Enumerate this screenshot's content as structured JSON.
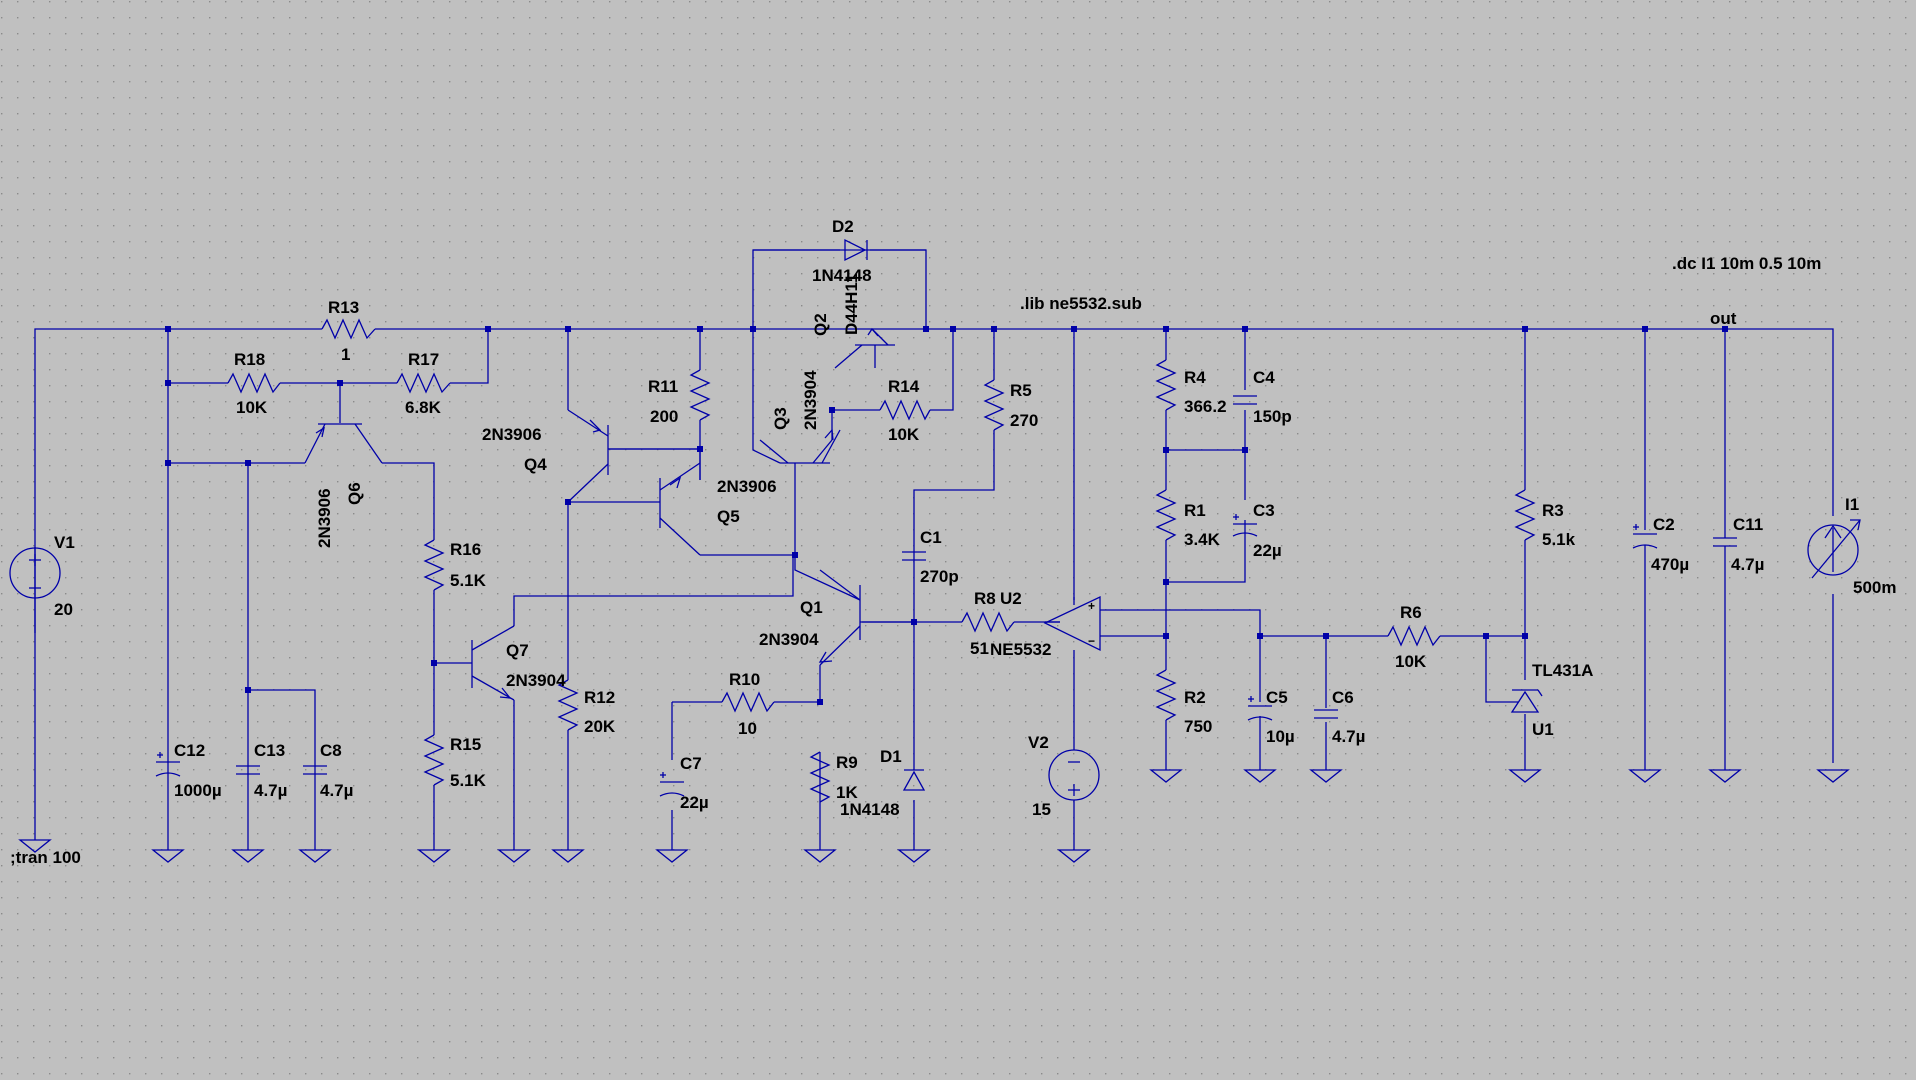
{
  "directives": {
    "dc": ".dc I1 10m 0.5 10m",
    "lib": ".lib ne5532.sub",
    "tran": ";tran 100"
  },
  "net_labels": {
    "out": "out"
  },
  "components": {
    "V1": {
      "name": "V1",
      "value": "20"
    },
    "V2": {
      "name": "V2",
      "value": "15"
    },
    "I1": {
      "name": "I1",
      "value": "500m"
    },
    "R1": {
      "name": "R1",
      "value": "3.4K"
    },
    "R2": {
      "name": "R2",
      "value": "750"
    },
    "R3": {
      "name": "R3",
      "value": "5.1k"
    },
    "R4": {
      "name": "R4",
      "value": "366.2"
    },
    "R5": {
      "name": "R5",
      "value": "270"
    },
    "R6": {
      "name": "R6",
      "value": "10K"
    },
    "R8": {
      "name": "R8",
      "value": "51"
    },
    "R9": {
      "name": "R9",
      "value": "1K"
    },
    "R10": {
      "name": "R10",
      "value": "10"
    },
    "R11": {
      "name": "R11",
      "value": "200"
    },
    "R12": {
      "name": "R12",
      "value": "20K"
    },
    "R13": {
      "name": "R13",
      "value": "1"
    },
    "R14": {
      "name": "R14",
      "value": "10K"
    },
    "R15": {
      "name": "R15",
      "value": "5.1K"
    },
    "R16": {
      "name": "R16",
      "value": "5.1K"
    },
    "R17": {
      "name": "R17",
      "value": "6.8K"
    },
    "R18": {
      "name": "R18",
      "value": "10K"
    },
    "C1": {
      "name": "C1",
      "value": "270p"
    },
    "C2": {
      "name": "C2",
      "value": "470µ"
    },
    "C3": {
      "name": "C3",
      "value": "22µ"
    },
    "C4": {
      "name": "C4",
      "value": "150p"
    },
    "C5": {
      "name": "C5",
      "value": "10µ"
    },
    "C6": {
      "name": "C6",
      "value": "4.7µ"
    },
    "C7": {
      "name": "C7",
      "value": "22µ"
    },
    "C8": {
      "name": "C8",
      "value": "4.7µ"
    },
    "C11": {
      "name": "C11",
      "value": "4.7µ"
    },
    "C12": {
      "name": "C12",
      "value": "1000µ"
    },
    "C13": {
      "name": "C13",
      "value": "4.7µ"
    },
    "D1": {
      "name": "D1",
      "value": "1N4148"
    },
    "D2": {
      "name": "D2",
      "value": "1N4148"
    },
    "Q1": {
      "name": "Q1",
      "value": "2N3904"
    },
    "Q2": {
      "name": "Q2",
      "value": "D44H11"
    },
    "Q3": {
      "name": "Q3",
      "value": "2N3904"
    },
    "Q4": {
      "name": "Q4",
      "value": "2N3906"
    },
    "Q5": {
      "name": "Q5",
      "value": "2N3906"
    },
    "Q6": {
      "name": "Q6",
      "value": "2N3906"
    },
    "Q7": {
      "name": "Q7",
      "value": "2N3904"
    },
    "U1": {
      "name": "U1",
      "value": "TL431A"
    },
    "U2": {
      "name": "U2",
      "value": "NE5532"
    }
  },
  "colors": {
    "background": "#c0c0c0",
    "wire": "#0000a8",
    "grid_dot": "#8a8a8a",
    "text": "#000000"
  }
}
